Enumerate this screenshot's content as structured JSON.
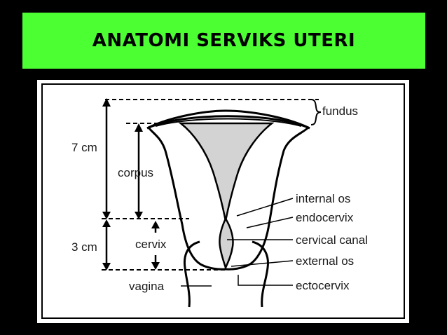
{
  "title": "ANATOMI SERVIKS UTERI",
  "labels": {
    "fundus": "fundus",
    "seven_cm": "7 cm",
    "corpus": "corpus",
    "three_cm": "3 cm",
    "cervix": "cervix",
    "vagina": "vagina",
    "internal_os": "internal os",
    "endocervix": "endocervix",
    "cervical_canal": "cervical canal",
    "external_os": "external os",
    "ectocervix": "ectocervix"
  },
  "colors": {
    "title_background": "#4cff33",
    "page_background": "#000000",
    "cavity_fill": "#d3d3d3"
  }
}
